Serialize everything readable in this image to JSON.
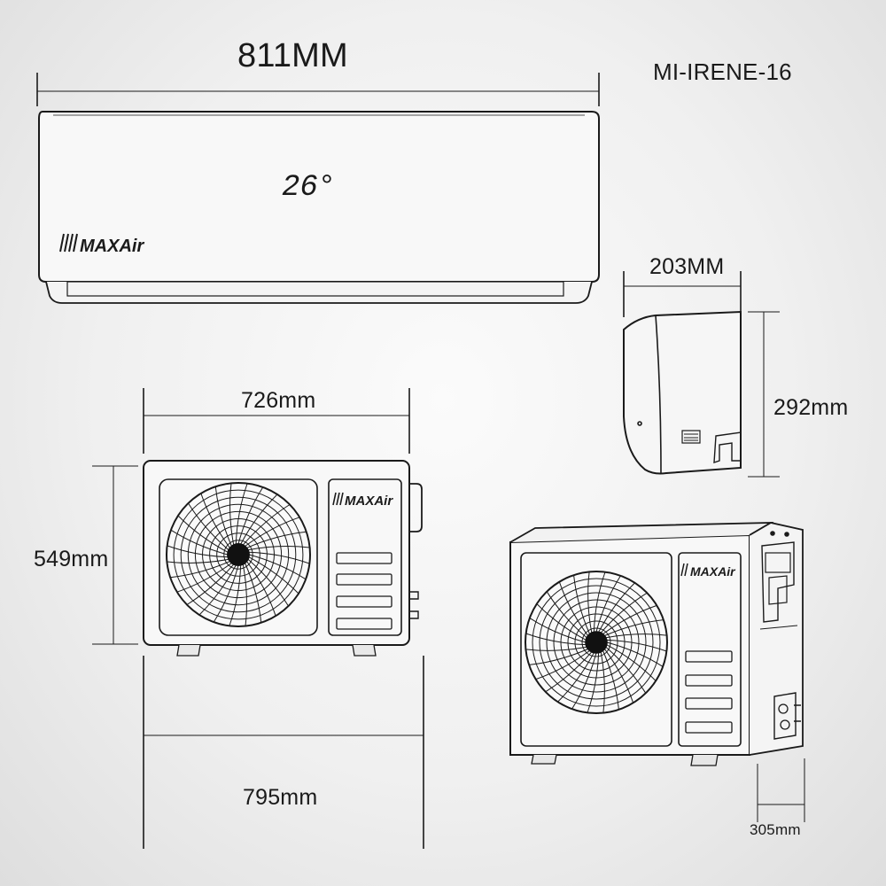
{
  "model": "MI-IRENE-16",
  "brand": "MAXAir",
  "indoor_unit": {
    "width_label": "811MM",
    "depth_label": "203MM",
    "height_label": "292mm",
    "display_text": "26°"
  },
  "outdoor_unit": {
    "width_top_label": "726mm",
    "height_label": "549mm",
    "width_bottom_label": "795mm",
    "depth_label": "305mm"
  },
  "colors": {
    "line": "#1a1a1a",
    "unit_fill": "#f7f7f7"
  }
}
